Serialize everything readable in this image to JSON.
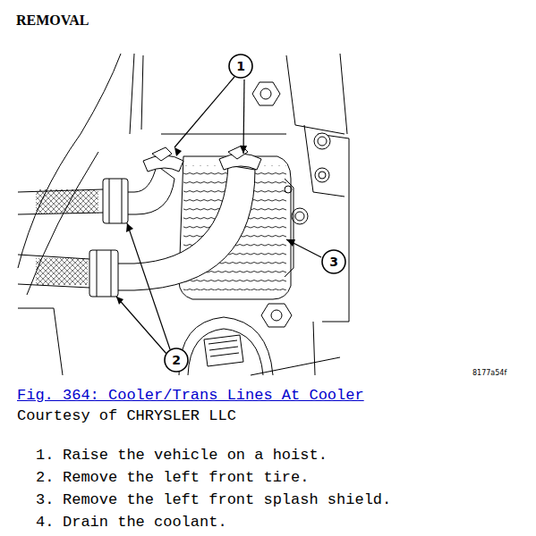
{
  "diagram": {
    "title": "REMOVAL",
    "caption": "Fig. 364: Cooler/Trans Lines At Cooler",
    "nodes": [
      {
        "text": [
          "1"
        ]
      },
      {
        "text": [
          "2"
        ]
      },
      {
        "text": [
          "3"
        ]
      }
    ],
    "edges": [],
    "labels": [
      "8177a54f",
      "Courtesy of CHRYSLER LLC",
      "1.",
      "Raise the vehicle on a hoist.",
      "2.",
      "Remove the left front tire.",
      "3.",
      "Remove the left front splash shield.",
      "4.",
      "Drain the coolant."
    ]
  }
}
